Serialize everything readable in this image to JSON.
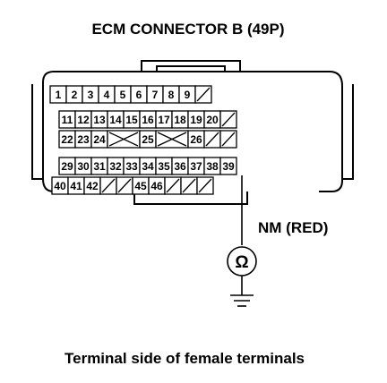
{
  "diagram": {
    "title": "ECM CONNECTOR B (49P)",
    "probe_label": "NM (RED)",
    "meter_symbol": "Ω",
    "caption": "Terminal side of female terminals",
    "highlighted_terminal": "37",
    "rows": [
      [
        "1",
        "2",
        "3",
        "4",
        "5",
        "6",
        "7",
        "8",
        "9",
        "/"
      ],
      [
        "11",
        "12",
        "13",
        "14",
        "15",
        "16",
        "17",
        "18",
        "19",
        "20",
        "/"
      ],
      [
        "22",
        "23",
        "24",
        "X",
        "25",
        "X",
        "26",
        "/",
        "/"
      ],
      [
        "29",
        "30",
        "31",
        "32",
        "33",
        "34",
        "35",
        "36",
        "37",
        "38",
        "39"
      ],
      [
        "40",
        "41",
        "42",
        "/",
        "/",
        "45",
        "46",
        "/",
        "/",
        "/"
      ]
    ]
  }
}
